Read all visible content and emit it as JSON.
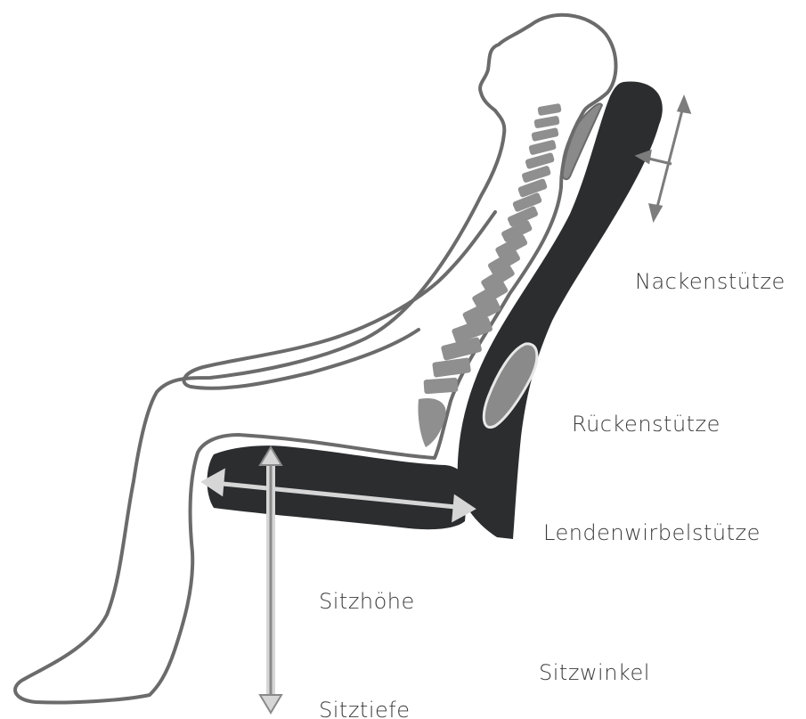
{
  "labels": {
    "neck_support": "Nackenstütze",
    "back_support": "Rückenstütze",
    "lumbar_support": "Lendenwirbelstütze",
    "seat_height": "Sitzhöhe",
    "seat_angle": "Sitzwinkel",
    "seat_depth": "Sitztiefe"
  },
  "colors": {
    "outline": "#6b6b6b",
    "chair": "#2b2d2f",
    "cushion": "#8a8a8a",
    "spine": "#8f8f8f",
    "arrow": "#d6d6d6",
    "arrow_dark": "#7c7c7c"
  }
}
